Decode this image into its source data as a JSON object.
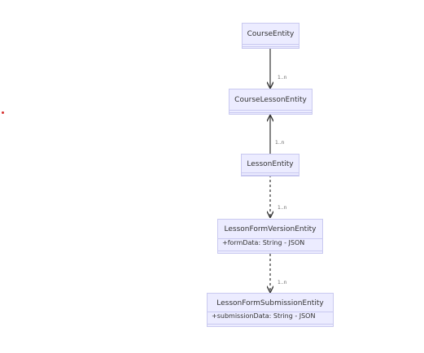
{
  "diagram": {
    "classes": [
      {
        "id": "course",
        "name": "CourseEntity",
        "members": []
      },
      {
        "id": "course-lesson",
        "name": "CourseLessonEntity",
        "members": []
      },
      {
        "id": "lesson",
        "name": "LessonEntity",
        "members": []
      },
      {
        "id": "lesson-form-version",
        "name": "LessonFormVersionEntity",
        "members": [
          "+formData: String - JSON"
        ]
      },
      {
        "id": "lesson-form-submission",
        "name": "LessonFormSubmissionEntity",
        "members": [
          "+submissionData: String - JSON"
        ]
      }
    ],
    "relations": [
      {
        "from": "course",
        "to": "course-lesson",
        "style": "solid",
        "arrow": "to",
        "multiplicity": "1..n"
      },
      {
        "from": "lesson",
        "to": "course-lesson",
        "style": "solid",
        "arrow": "to",
        "multiplicity": "1..n"
      },
      {
        "from": "lesson",
        "to": "lesson-form-version",
        "style": "dashed",
        "arrow": "to",
        "multiplicity": "1..n"
      },
      {
        "from": "lesson-form-version",
        "to": "lesson-form-submission",
        "style": "dashed",
        "arrow": "to",
        "multiplicity": "1..n"
      }
    ],
    "colors": {
      "node_fill": "#ececff",
      "node_border": "#c9c9f0",
      "edge": "#333333",
      "text": "#333333",
      "marker_dot": "#d6302f"
    }
  }
}
